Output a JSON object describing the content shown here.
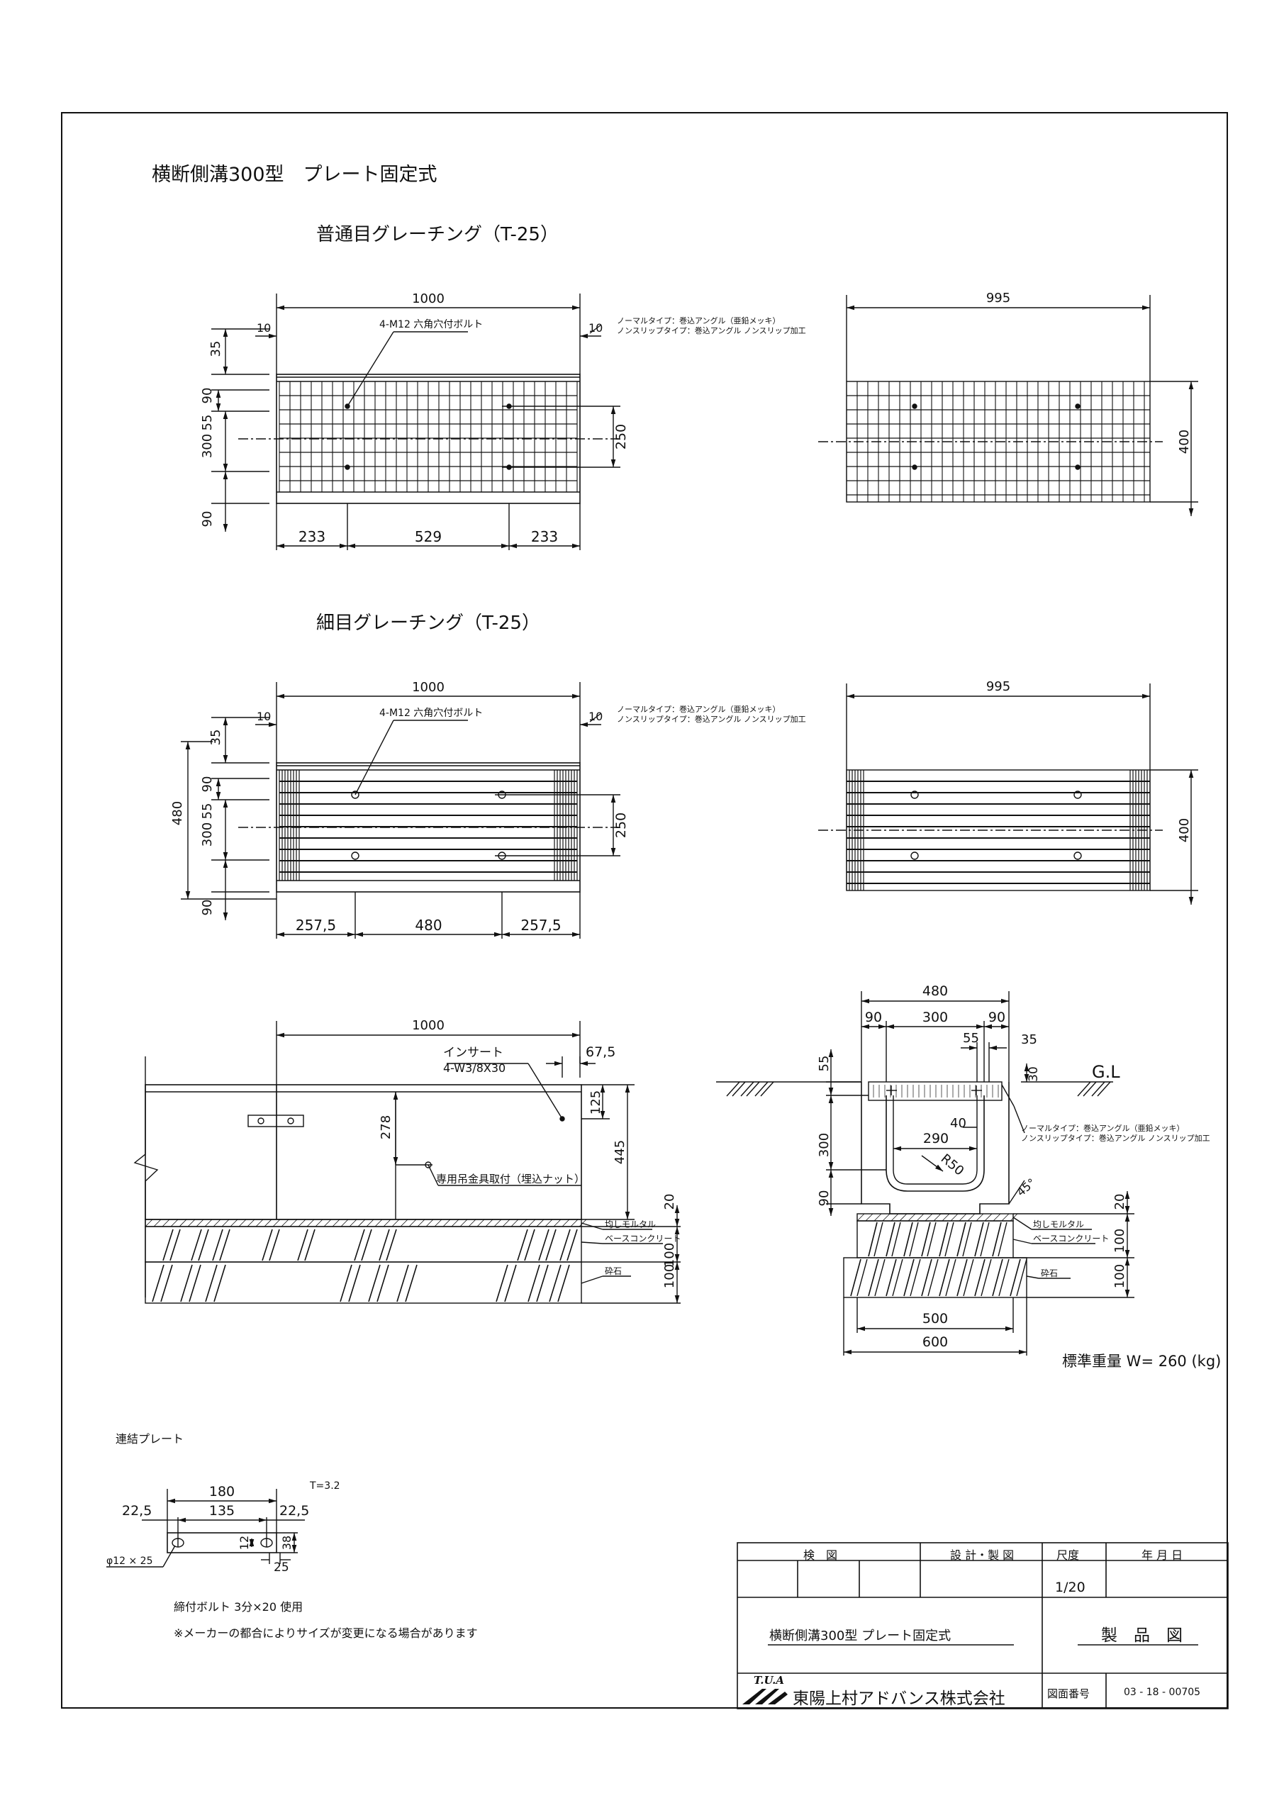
{
  "title": "横断側溝300型　プレート固定式",
  "sections": {
    "normal": {
      "heading": "普通目グレーチング（T-25）",
      "width_dim": "1000",
      "right_width_dim": "995",
      "right_height_dim": "400",
      "bolt_label": "4-M12 六角穴付ボルト",
      "note1": "ノーマルタイプ：巻込アングル（亜鉛メッキ）",
      "note2": "ノンスリップタイプ：巻込アングル ノンスリップ加工",
      "edge_left": "10",
      "edge_right": "10",
      "v_dims": [
        "35",
        "90",
        "55",
        "300",
        "90"
      ],
      "hole_spacing": "250",
      "bottom_dims": [
        "233",
        "529",
        "233"
      ]
    },
    "fine": {
      "heading": "細目グレーチング（T-25）",
      "width_dim": "1000",
      "right_width_dim": "995",
      "right_height_dim": "400",
      "bolt_label": "4-M12 六角穴付ボルト",
      "note1": "ノーマルタイプ：巻込アングル（亜鉛メッキ）",
      "note2": "ノンスリップタイプ：巻込アングル ノンスリップ加工",
      "edge_left": "10",
      "edge_right": "10",
      "overall_height": "480",
      "v_dims": [
        "35",
        "90",
        "55",
        "300",
        "90"
      ],
      "hole_spacing": "250",
      "bottom_dims": [
        "257,5",
        "480",
        "257,5"
      ]
    }
  },
  "side_view": {
    "length": "1000",
    "insert_label": "インサート",
    "insert_spec": "4-W3/8X30",
    "offset_675": "67,5",
    "dim_125": "125",
    "dim_445": "445",
    "dim_278": "278",
    "lifting_label": "専用吊金具取付（埋込ナット）",
    "dim_20": "20",
    "dim_100a": "100",
    "dim_100b": "100",
    "mortar": "均しモルタル",
    "base_concrete": "ベースコンクリート",
    "crushed_stone": "砕石"
  },
  "cross_section": {
    "top_480": "480",
    "d90l": "90",
    "d300": "300",
    "d90r": "90",
    "d55": "55",
    "d35": "35",
    "d30": "30",
    "gl": "G.L",
    "left55": "55",
    "d40": "40",
    "d290": "290",
    "r50": "R50",
    "left300": "300",
    "left90": "90",
    "angle45": "45°",
    "note1": "ノーマルタイプ：巻込アングル（亜鉛メッキ）",
    "note2": "ノンスリップタイプ：巻込アングル ノンスリップ加工",
    "mortar": "均しモルタル",
    "base_concrete": "ベースコンクリート",
    "crushed_stone": "砕石",
    "r20": "20",
    "r100a": "100",
    "r100b": "100",
    "w500": "500",
    "w600": "600"
  },
  "weight": "標準重量 W= 260 (kg)",
  "plate": {
    "title": "連結プレート",
    "thickness": "T=3.2",
    "d180": "180",
    "d225l": "22,5",
    "d135": "135",
    "d225r": "22,5",
    "d12": "12",
    "d38": "38",
    "d25": "25",
    "hole": "φ12 × 25",
    "bolt_note": "締付ボルト 3分×20 使用",
    "maker_note": "※メーカーの都合によりサイズが変更になる場合があります"
  },
  "title_block": {
    "h_inspect": "検　図",
    "h_design": "設 計・製 図",
    "h_scale": "尺度",
    "h_date": "年 月 日",
    "scale": "1/20",
    "drawing_name": "横断側溝300型 プレート固定式",
    "product": "製　品　図",
    "logo_text": "T.U.A",
    "company": "東陽上村アドバンス株式会社",
    "number_label": "図面番号",
    "number": "03 - 18 - 00705"
  }
}
